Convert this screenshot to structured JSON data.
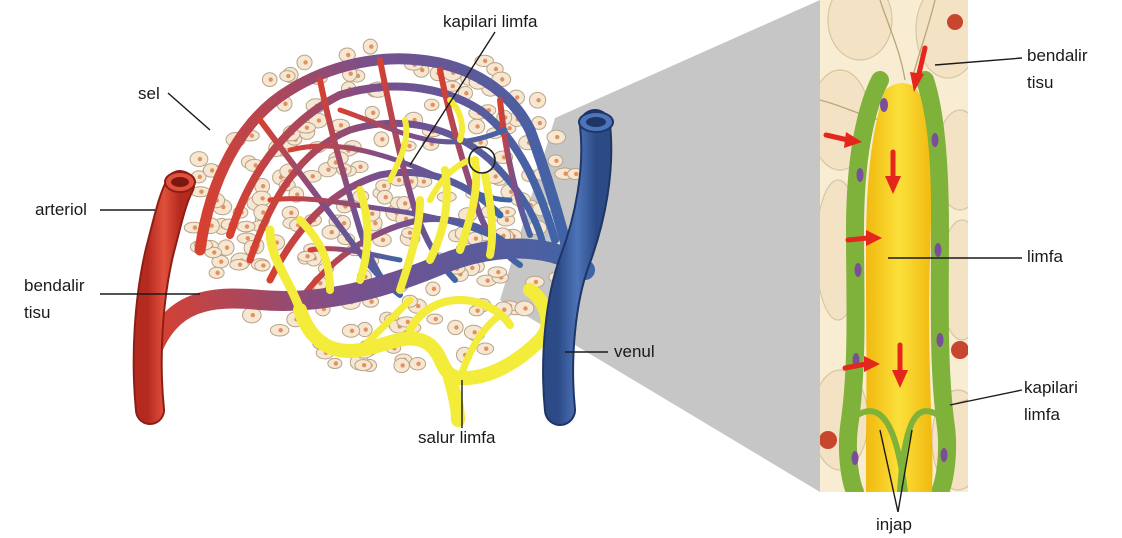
{
  "labels": {
    "kapilari_limfa_top": "kapilari limfa",
    "sel": "sel",
    "arteriol": "arteriol",
    "bendalir_tisu_left_1": "bendalir",
    "bendalir_tisu_left_2": "tisu",
    "venul": "venul",
    "salur_limfa": "salur limfa",
    "bendalir_tisu_right_1": "bendalir",
    "bendalir_tisu_right_2": "tisu",
    "limfa": "limfa",
    "kapilari_limfa_right_1": "kapilari",
    "kapilari_limfa_right_2": "limfa",
    "injap": "injap"
  },
  "colors": {
    "arteriole": "#d8402f",
    "venule": "#3f64a8",
    "capillary_mix": "#7a4f8c",
    "lymph": "#f3ec3a",
    "lymph_fluid": "#f5cd1c",
    "endothelium": "#8fc447",
    "nucleus": "#7a4f9a",
    "cell_fill": "#f6e7d3",
    "cell_nucleus": "#e07a4a",
    "arrow": "#e5261d",
    "zoom_wedge": "#c9c9c9"
  }
}
